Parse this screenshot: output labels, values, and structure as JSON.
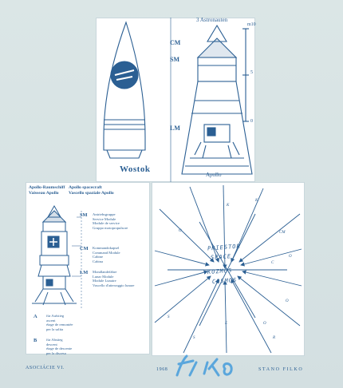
{
  "top_panel": {
    "left_caption": "Wostok",
    "right_caption": "Apollo",
    "crew_caption": "3 Astronauten",
    "module_codes": [
      "CM",
      "SM",
      "LM"
    ],
    "scale_ticks": [
      "m10",
      "5",
      "0"
    ]
  },
  "left_panel": {
    "header_lines_left": [
      "Apollo-Raumschiff",
      "Vaisseau Apollo"
    ],
    "header_lines_right": [
      "Apollo spacecraft",
      "Vascello spaziale Apollo"
    ],
    "sm": {
      "code": "SM",
      "lines": [
        "Antriebsgruppe",
        "Service Module",
        "Module de service",
        "Gruppo motopropulsore"
      ]
    },
    "cm": {
      "code": "CM",
      "lines": [
        "Kommandokapsel",
        "Command Module",
        "Cabine",
        "Cabina"
      ]
    },
    "lm": {
      "code": "LM",
      "lines": [
        "Mondlandefähre",
        "Lunar Module",
        "Module Lunaire",
        "Vascello d'atterraggio lunare"
      ]
    },
    "a": {
      "code": "A",
      "lines": [
        "für Aufstieg",
        "ascent",
        "étage de remontée",
        "per la salita"
      ]
    },
    "b": {
      "code": "B",
      "lines": [
        "für Abstieg",
        "descent",
        "étage de descente",
        "per la discesa"
      ]
    }
  },
  "right_panel": {
    "words": [
      "PRIESTOR",
      "SPACE",
      "KOZMOS",
      "COSMOS"
    ],
    "letters": [
      "K",
      "K",
      "CM",
      "O",
      "C",
      "O",
      "O",
      "R",
      "S",
      "E",
      "O",
      "S"
    ]
  },
  "footer": {
    "left": "ASOCIÁCIE VI.",
    "year": "1968",
    "artist": "STANO FILKO",
    "signature": "Filko"
  },
  "colors": {
    "ink": "#2b5f93",
    "signature": "#5aa6dc",
    "paper": "#ffffff",
    "background": "#d6e1e2"
  }
}
